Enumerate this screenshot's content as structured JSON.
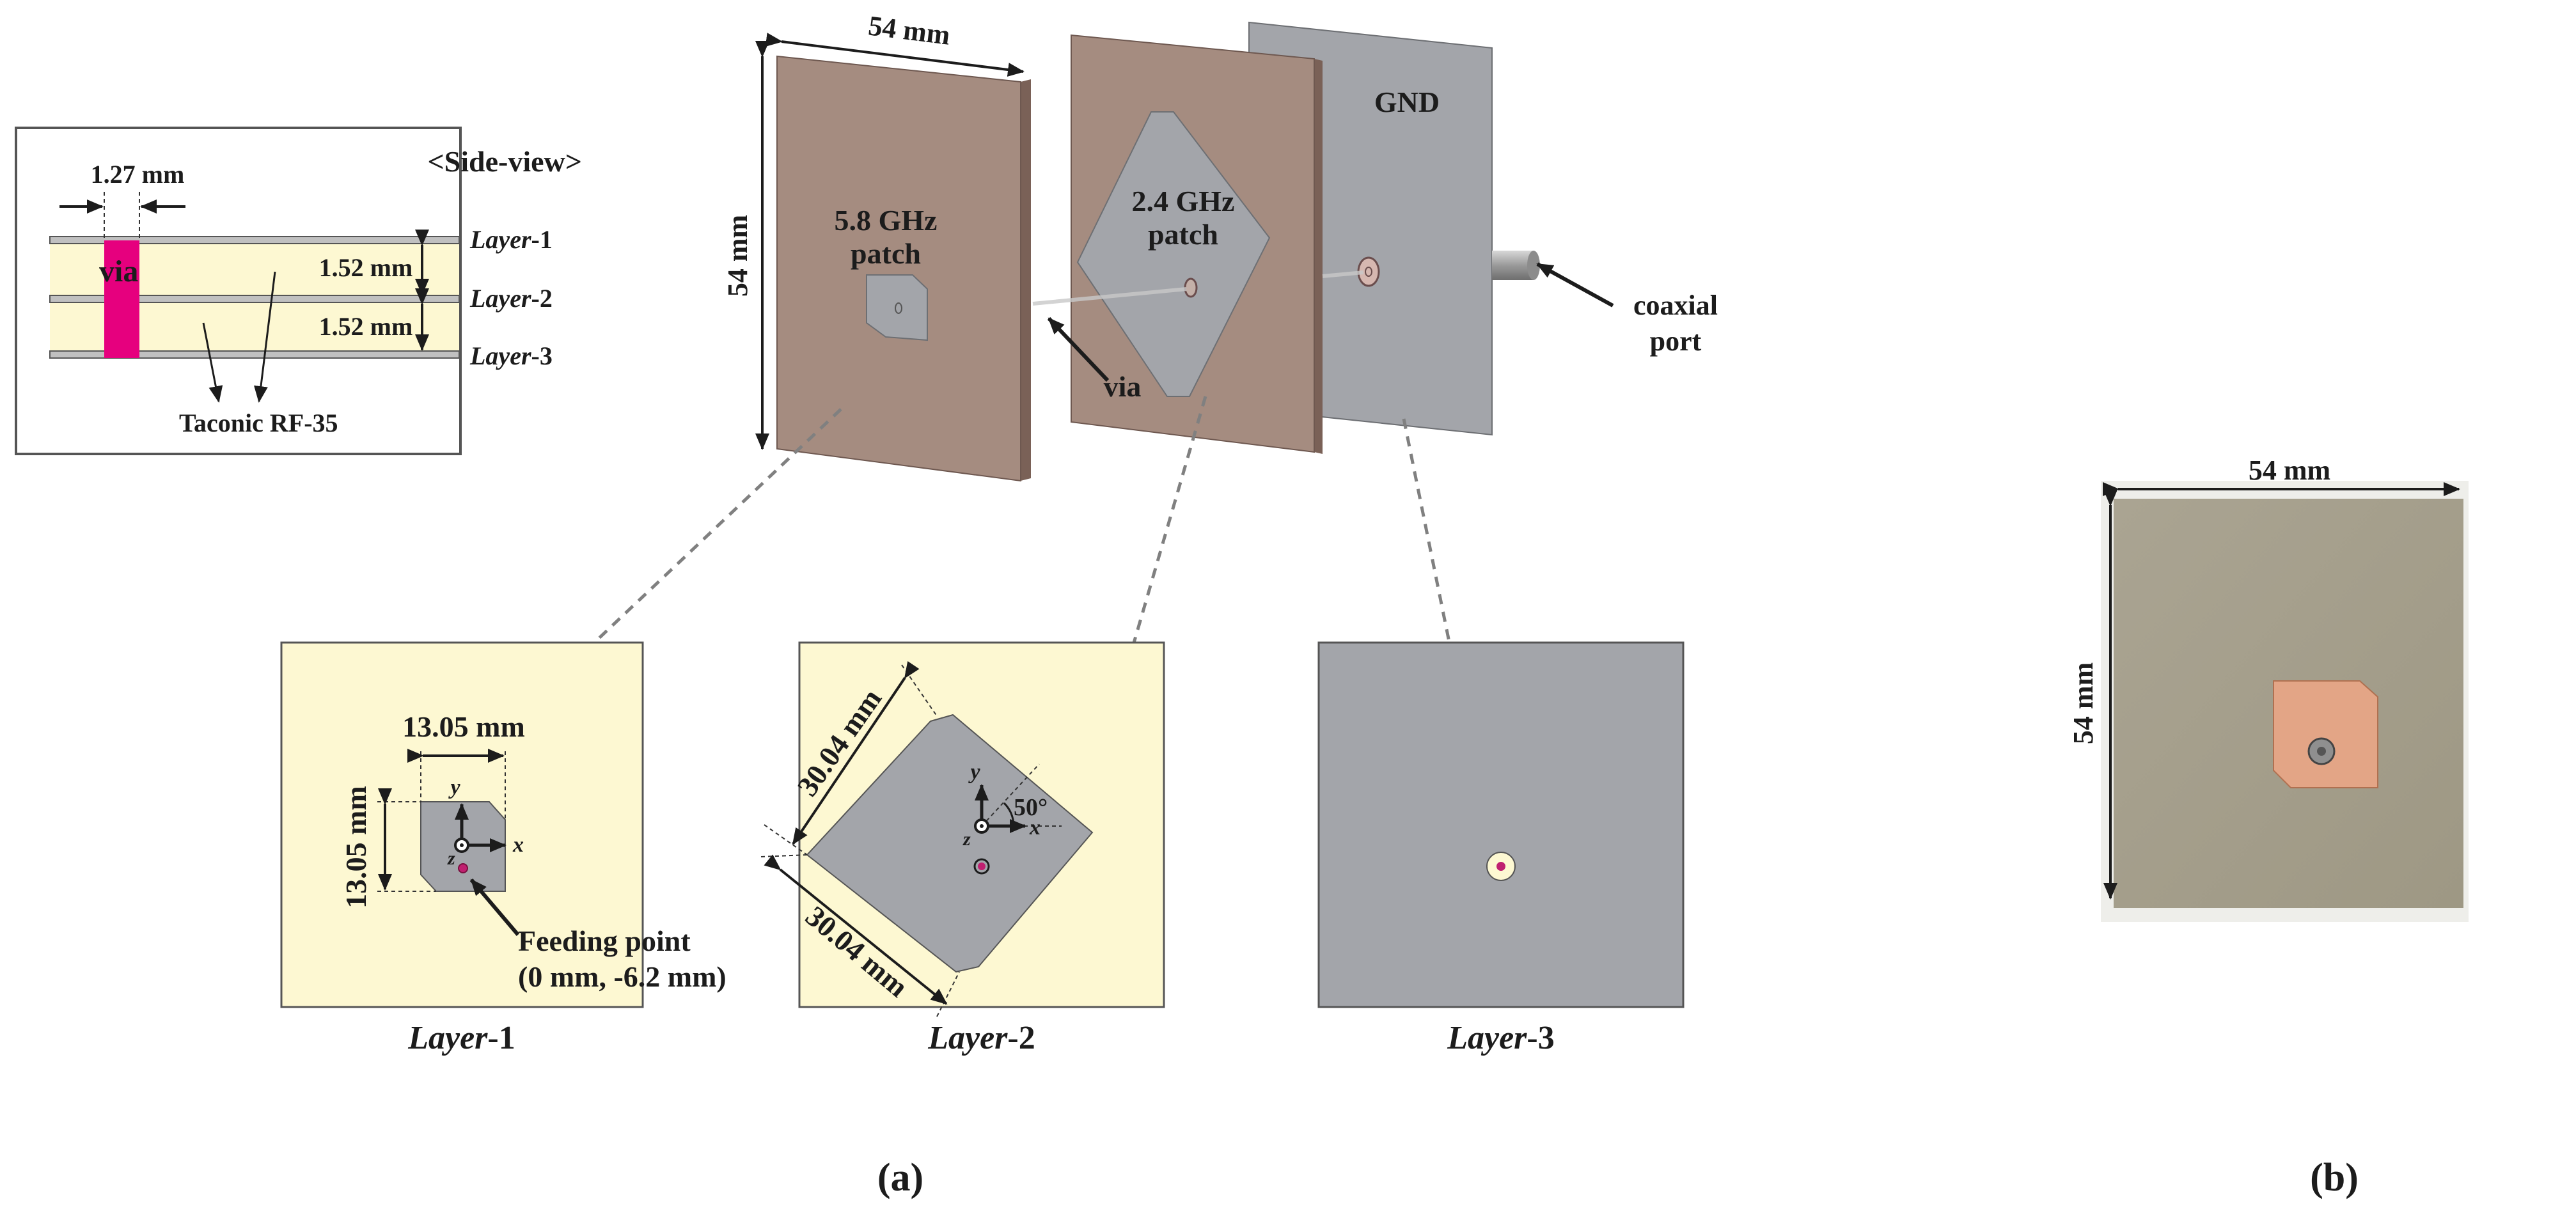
{
  "colors": {
    "substrate_brown": "#a58c80",
    "substrate_yellow": "#fdf8d2",
    "patch_gray": "#a3a5aa",
    "via_magenta": "#e6007e",
    "photo_board": "#a7a08c",
    "photo_copper": "#e3a586"
  },
  "side_view": {
    "title": "<Side-view>",
    "via_width": "1.27 mm",
    "via_label": "via",
    "gap_top": "1.52 mm",
    "gap_bottom": "1.52 mm",
    "layer1": {
      "name": "Layer",
      "num": "-1"
    },
    "layer2": {
      "name": "Layer",
      "num": "-2"
    },
    "layer3": {
      "name": "Layer",
      "num": "-3"
    },
    "material": "Taconic RF-35"
  },
  "exploded": {
    "width": "54 mm",
    "height": "54 mm",
    "patch58_l1": "5.8 GHz",
    "patch58_l2": "patch",
    "patch24_l1": "2.4 GHz",
    "patch24_l2": "patch",
    "gnd": "GND",
    "via": "via",
    "port_l1": "coaxial",
    "port_l2": "port"
  },
  "layer_views": {
    "l1": {
      "dim_w": "13.05 mm",
      "dim_h": "13.05 mm",
      "feed_l1": "Feeding point",
      "feed_l2": "(0 mm, -6.2 mm)",
      "ax_x": "x",
      "ax_y": "y",
      "ax_z": "z",
      "cap_name": "Layer",
      "cap_num": "-1"
    },
    "l2": {
      "dim_top": "30.04 mm",
      "dim_bottom": "30.04 mm",
      "angle": "50°",
      "ax_x": "x",
      "ax_y": "y",
      "ax_z": "z",
      "cap_name": "Layer",
      "cap_num": "-2"
    },
    "l3": {
      "cap_name": "Layer",
      "cap_num": "-3"
    }
  },
  "photo": {
    "width": "54 mm",
    "height": "54 mm"
  },
  "captions": {
    "a": "(a)",
    "b": "(b)"
  }
}
